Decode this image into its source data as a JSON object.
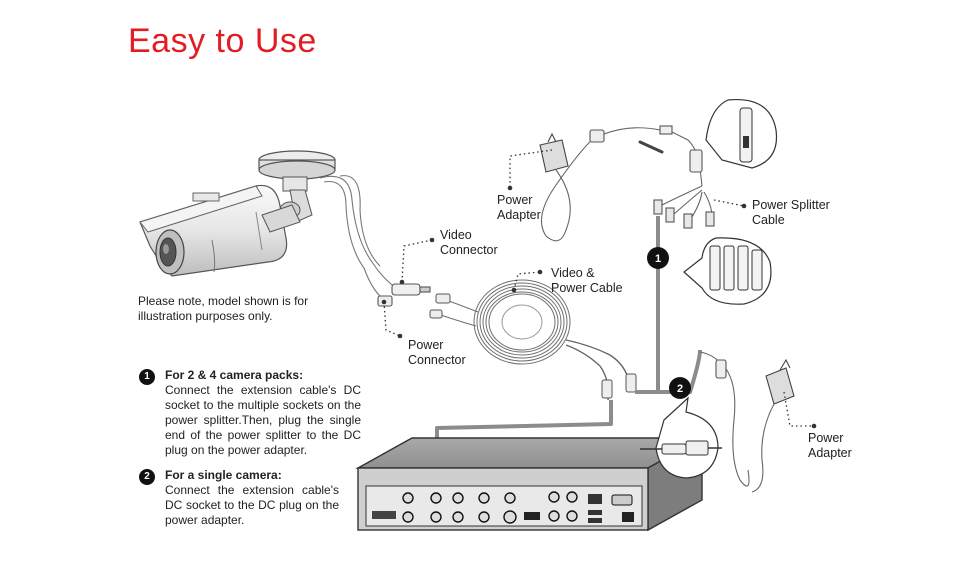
{
  "title": "Easy to Use",
  "note": "Please note, model shown is for illustration purposes only.",
  "labels": {
    "video_connector": "Video\nConnector",
    "power_connector": "Power\nConnector",
    "video_power_cable": "Video &\nPower Cable",
    "power_adapter_top": "Power\nAdapter",
    "power_splitter_cable": "Power Splitter\nCable",
    "power_adapter_right": "Power\nAdapter"
  },
  "steps": [
    {
      "number": "1",
      "heading": "For 2 & 4 camera packs:",
      "text": "Connect the extension  cable's DC socket to the multiple sockets on the power splitter.Then, plug the single end of the power splitter to the DC plug on the power adapter."
    },
    {
      "number": "2",
      "heading": "For a single camera:",
      "text": "Connect the extension  cable's DC socket to the DC plug on the power adapter."
    }
  ],
  "markers": [
    "1",
    "2"
  ],
  "colors": {
    "title": "#e31b23",
    "cable_path": "#8c8c8c",
    "ink": "#222222"
  }
}
